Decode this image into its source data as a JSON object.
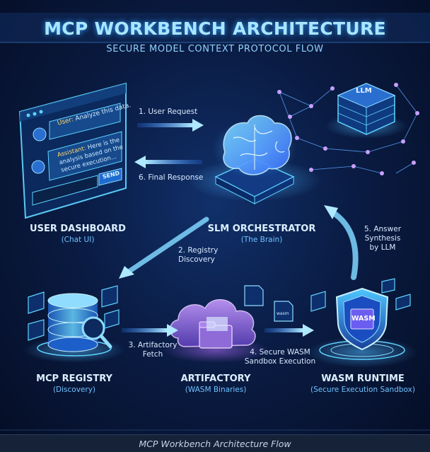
{
  "title": "MCP WORKBENCH ARCHITECTURE",
  "subtitle": "SECURE MODEL CONTEXT PROTOCOL FLOW",
  "dashboard": {
    "chat_user_label": "User:",
    "chat_user_text": "Analyze this data.",
    "chat_assistant_label": "Assistant:",
    "chat_assistant_text_1": "Here is the",
    "chat_assistant_text_2": "analysis based on the",
    "chat_assistant_text_3": "secure execution...",
    "send_label": "SEND"
  },
  "llm_label": "LLM",
  "wasm_label": "WASM",
  "wasm_file_label": "wasm",
  "components": {
    "user_dashboard": {
      "name": "USER DASHBOARD",
      "sub": "(Chat UI)"
    },
    "slm_orchestrator": {
      "name": "SLM ORCHESTRATOR",
      "sub": "(The Brain)"
    },
    "mcp_registry": {
      "name": "MCP REGISTRY",
      "sub": "(Discovery)"
    },
    "artifactory": {
      "name": "ARTIFACTORY",
      "sub": "(WASM Binaries)"
    },
    "wasm_runtime": {
      "name": "WASM RUNTIME",
      "sub": "(Secure Execution Sandbox)"
    }
  },
  "steps": {
    "s1": "1. User Request",
    "s2_line1": "2. Registry",
    "s2_line2": "Discovery",
    "s3_line1": "3. Artifactory",
    "s3_line2": "Fetch",
    "s4_line1": "4. Secure WASM",
    "s4_line2": "Sandbox Execution",
    "s5_line1": "5. Answer",
    "s5_line2": "Synthesis",
    "s5_line3": "by LLM",
    "s6": "6. Final Response"
  },
  "footer": "MCP Workbench Architecture Flow",
  "colors": {
    "accent_cyan": "#5fd3ff",
    "accent_purple": "#b77dff",
    "background": "#0a1c44"
  }
}
